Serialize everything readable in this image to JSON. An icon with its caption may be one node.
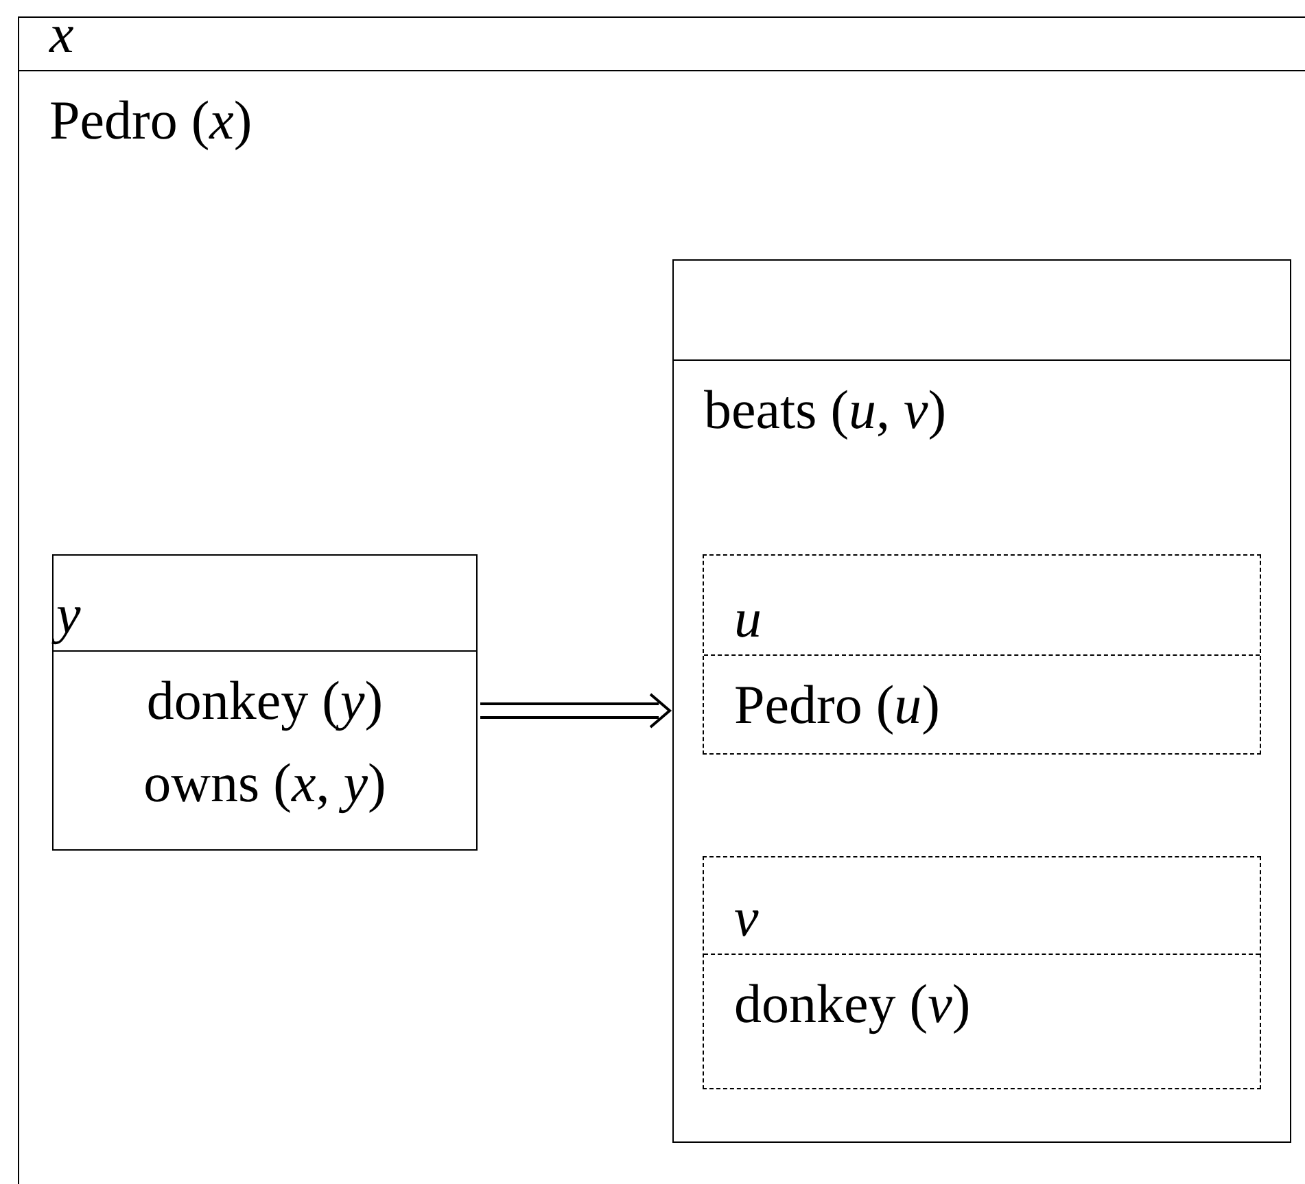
{
  "diagram": {
    "nodes": [
      {
        "text": [
          "x",
          "Pedro (*x*)"
        ]
      },
      {
        "text": [
          "y",
          "donkey (*y*)",
          "owns (*x*, *y*)"
        ],
        "in": 0
      },
      {
        "text": [
          "beats (*u*, *v*)"
        ],
        "in": 0
      },
      {
        "text": [
          "u",
          "Pedro (*u*)"
        ],
        "in": 2
      },
      {
        "text": [
          "v",
          "donkey (*v*)"
        ],
        "in": 2
      }
    ],
    "edges": [
      {
        "from": 1,
        "to": 2,
        "arrow": "to"
      }
    ]
  }
}
